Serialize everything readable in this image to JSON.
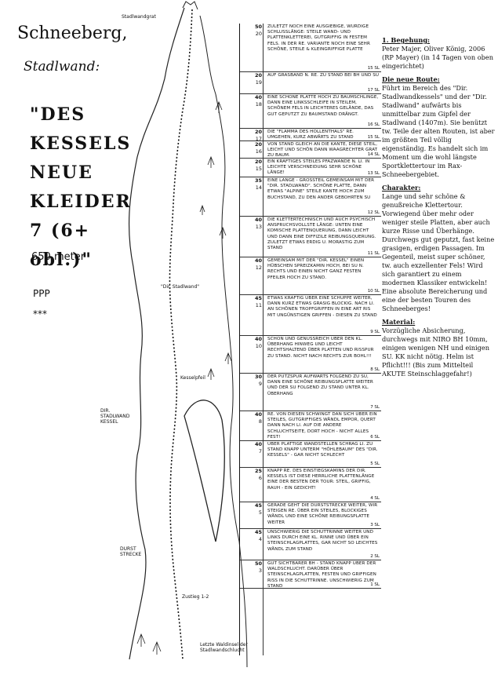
{
  "title": {
    "mountain": "Schneeberg,",
    "wall": "Stadlwand:",
    "route_name": "\"DES KESSELS NEUE KLEIDER 7 (6+ obl.)\"",
    "length": "650 meter",
    "protection": "PPP",
    "rating": "***"
  },
  "topo_labels": {
    "summit": "Stadlwandgrat",
    "dir_stadlwand": "\"Dir. Stadlwand\"",
    "dir_stadlwand_kessel": "DIR. STADLWAND KESSEL",
    "kessel": "Kesselpfeil",
    "durst": "DURST STRECKE",
    "zustieg": "Zustieg 1-2",
    "base": "Letzte Waldinsel der Stadlwandschlucht"
  },
  "pitches": [
    {
      "len": "50",
      "num": "20",
      "grade": "15 SL",
      "desc": "ZULETZT NOCH EINE AUSGIEBIGE, WÜRDIGE SCHLUSSLÄNGE: STEILE WAND- UND PLATTENKLETTEREI, GUTGRIFFIG IN FESTEM FELS. IN DER RE. VARIANTE NOCH EINE SEHR SCHÖNE, STEILE & KLEINGRIFFIGE PLATTE"
    },
    {
      "len": "20",
      "num": "19",
      "grade": "17 SL",
      "desc": "AUF GRASBAND N. RE. ZU STAND BEI BH UND SU"
    },
    {
      "len": "40",
      "num": "18",
      "grade": "16 SL",
      "desc": "EINE SCHÖNE PLATTE HOCH ZU BAUMSCHLINGE, DANN EINE LINKSSCHLEIFE IN STEILEM, SCHÖNEM FELS IN LEICHTERES GELÄNDE, DAS GUT GEPUTZT ZU BAUMSTAND DRÄNGT."
    },
    {
      "len": "20",
      "num": "17",
      "grade": "15 SL",
      "desc": "DIE \"FLAMMA DES HÖLLENTHALS\" RE. UMGEHEN, KURZ ABWÄRTS ZU STAND"
    },
    {
      "len": "20",
      "num": "16",
      "grade": "14 SL",
      "desc": "VON STAND GLEICH AN DIE KANTE, DIESE STEIL, LEICHT UND SCHÖN DANN WAAGRECHTER GRAT ZU BAUM."
    },
    {
      "len": "20",
      "num": "15",
      "grade": "13 SL",
      "desc": "EIN KRÄFTIGES STEILES PFAZWANDE N. LI. IN LEICHTE VERSCHNEIDUNG SEHR SCHÖNE LÄNGE!"
    },
    {
      "len": "35",
      "num": "14",
      "grade": "12 SL",
      "desc": "EINE LÄNGE - GROSSTEIL GEMEINSAM MIT DER \"DIR. STADLWAND\". SCHÖNE PLATTE, DANN ETWAS \"ALPINE\" STEILE KANTE HOCH ZUM BUCHSTAND, ZU DEN ANDER GEBOHRTEN SU"
    },
    {
      "len": "40",
      "num": "13",
      "grade": "11 SL",
      "desc": "DIE KLETTERTECHNISCH UND AUCH PSYCHISCH ANSPRUCHSVOLLSTE LÄNGE: UNTEN EINE KOMISCHE PLATTENQUERUNG, DANN LEICHT UND DANN EINE DIFFIZILE REIBUNGSQUERUNG. ZULETZT ETWAS ERDIG U. MORASTIG ZUM STAND"
    },
    {
      "len": "40",
      "num": "12",
      "grade": "10 SL",
      "desc": "GEMEINSAM MIT DER \"DIR. KESSEL\" EINEN HÜBSCHEN SPREIZKAMIN HOCH, BEI SU N. RECHTS UND EINEN NICHT GANZ FESTEN PFEILER HOCH ZU STAND."
    },
    {
      "len": "45",
      "num": "11",
      "grade": "9 SL",
      "desc": "ETWAS KRÄFTIG ÜBER EINE SCHUPPE WEITER, DANN KURZ ETWAS GRASIG BLOCKIG. NACH LI. AN SCHÖNEN TROPFGRIFFEN IN EINE ART RIS MIT UNGÜNSTIGEN GRIFFEN - DIESEN ZU STAND"
    },
    {
      "len": "40",
      "num": "10",
      "grade": "8 SL",
      "desc": "SCHÖN UND GENUSSREICH ÜBER DEN KL. ÜBERHANG HINWEG UND LEICHT RECHTSHALTEND ÜBER PLATTEN UND RISSPUR ZU STAND. NICHT NACH RECHTS ZUR BOHL!!!"
    },
    {
      "len": "30",
      "num": "9",
      "grade": "7 SL",
      "desc": "DER PUTZSPUR AUFWÄRTS FOLGEND ZU SU, DANN EINE SCHÖNE REIBUNGSPLATTE WEITER UND DER SU FOLGEND ZU STAND UNTER KL. ÜBERHANG"
    },
    {
      "len": "40",
      "num": "8",
      "grade": "6 SL",
      "desc": "RE. VON DIESEN SCHWINGT DAN SICH ÜBER EIN STEILES, GUTGRIFFIGES WÄNDL EMPOR, QUERT DANN NACH LI. AUF DIE ANDERE SCHLUCHTSEITE, DORT HOCH - NICHT ALLES FEST!"
    },
    {
      "len": "40",
      "num": "7",
      "grade": "5 SL",
      "desc": "ÜBER PLATTIGE WANDSTELLEN SCHRÄG LI. ZU STAND KNAPP UNTERM \"HÖHLEBAUM\" DES \"DIR. KESSELS\" - GAR NICHT SCHLECHT"
    },
    {
      "len": "25",
      "num": "6",
      "grade": "4 SL",
      "desc": "KNAPP RE. DES EINSTIEGSKAMINS DER DIR. KESSELS IST DIESE HERRLICHE PLATTENLÄNGE EINE DER BESTEN DER TOUR: STEIL, GRIFFIG, RAUH - EIN GEDICHT!"
    },
    {
      "len": "45",
      "num": "5",
      "grade": "3 SL",
      "desc": "GERADE GEHT DIE DURSTSTRECKE WEITER, WIR STEIGEN RE. ÜBER EIN STEILES, BLOCKIGES WÄNDL UND EINE SCHÖNE REIBUNGSPLATTE WEITER"
    },
    {
      "len": "45",
      "num": "4",
      "grade": "2 SL",
      "desc": "UNSCHWIERIG DIE SCHUTTRINNE WEITER UND LINKS DURCH EINE KL. RINNE UND ÜBER EIN STEINSCHLAGPLATTES, GAR NICHT SO LEICHTES WÄNDL ZUM STAND"
    },
    {
      "len": "50",
      "num": "3",
      "grade": "1 SL",
      "desc": "GUT SICHTBARER BH - STAND KNAPP ÜBER DER WALDSCHLUCHT. DARÜBER ÜBER STEINSCHLAGPLATTEN, FESTEN UND GRIFFIGEN RISS IN DIE SCHUTTRINNE. UNSCHWIERIG ZUM STAND"
    }
  ],
  "notes": [
    {
      "heading": "1. Begehung:",
      "body": "Peter Majer, Oliver König, 2006 (RP Mayer) (in 14 Tagen von oben eingerichtet)"
    },
    {
      "heading": "Die neue Route:",
      "body": "Führt im Bereich des \"Dir. Stadlwandkessels\" und der \"Dir. Stadlwand\" aufwärts bis unmittelbar zum Gipfel der Stadlwand (1407m). Sie benützt tw. Teile der alten Routen, ist aber im größten Teil völlig eigenständig. Es handelt sich im Moment um die wohl längste Sportklettertour im Rax-Schneebergebiet."
    },
    {
      "heading": "Charakter:",
      "body": "Lange und sehr schöne & genußreiche Klettertour. Vorwiegend über mehr oder weniger steile Platten, aber auch kurze Risse und Überhänge. Durchwegs gut geputzt, fast keine grasigen, erdigen Passagen. Im Gegenteil, meist super schöner, tw. auch exzellenter Fels! Wird sich garantiert zu einem modernen Klassiker entwickeln! Eine absolute Bereicherung und eine der besten Touren des Schneeberges!"
    },
    {
      "heading": "Material:",
      "body": "Vorzügliche Absicherung, durchwegs mit NIRO BH 10mm, einigen wenigen NH und einigen SU. KK nicht nötig. Helm ist Pflicht!!! (Bis zum Mittelteil AKUTE Steinschlaggefahr!)"
    }
  ]
}
